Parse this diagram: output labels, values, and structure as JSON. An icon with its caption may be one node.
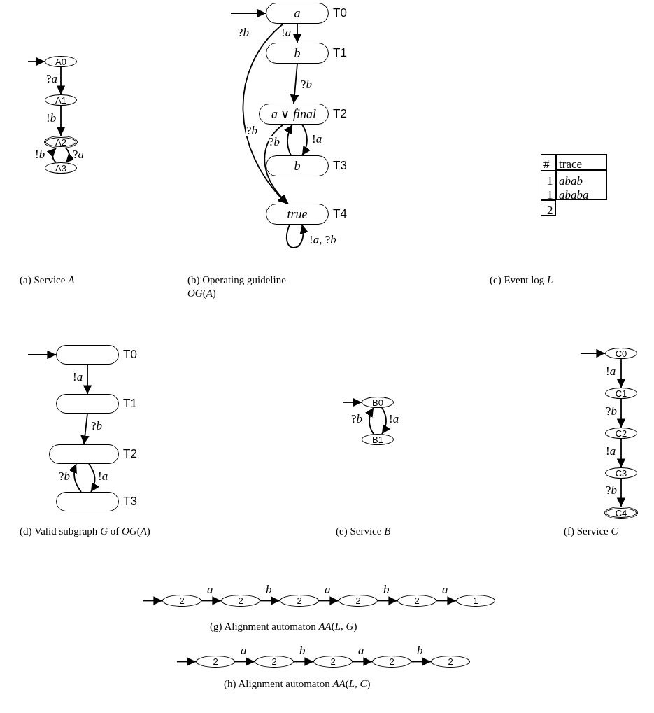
{
  "diagram": {
    "nodes": [
      {
        "text": [
          "A0"
        ]
      },
      {
        "text": [
          "A1"
        ]
      },
      {
        "text": [
          "A2"
        ]
      },
      {
        "text": [
          "A3"
        ]
      },
      {
        "text": [
          "a"
        ],
        "beside": [
          "T0"
        ]
      },
      {
        "text": [
          "b"
        ],
        "beside": [
          "T1"
        ]
      },
      {
        "text": [
          "*a* ∨ *final*"
        ],
        "beside": [
          "T2"
        ]
      },
      {
        "text": [
          "b"
        ],
        "beside": [
          "T3"
        ]
      },
      {
        "text": [
          "true"
        ],
        "beside": [
          "T4"
        ]
      },
      {
        "text": [],
        "shape": "box",
        "beside": [
          "T0"
        ]
      },
      {
        "text": [],
        "shape": "box",
        "beside": [
          "T1"
        ]
      },
      {
        "text": [],
        "shape": "box",
        "beside": [
          "T2"
        ]
      },
      {
        "text": [],
        "shape": "box",
        "beside": [
          "T3"
        ]
      },
      {
        "text": [
          "B0"
        ]
      },
      {
        "text": [
          "B1"
        ]
      },
      {
        "text": [
          "C0"
        ]
      },
      {
        "text": [
          "C1"
        ]
      },
      {
        "text": [
          "C2"
        ]
      },
      {
        "text": [
          "C3"
        ]
      },
      {
        "text": [
          "C4"
        ]
      },
      {
        "text": [
          "2"
        ]
      },
      {
        "text": [
          "2"
        ]
      },
      {
        "text": [
          "2"
        ]
      },
      {
        "text": [
          "2"
        ]
      },
      {
        "text": [
          "2"
        ]
      },
      {
        "text": [
          "1"
        ]
      },
      {
        "text": [
          "2"
        ]
      },
      {
        "text": [
          "2"
        ]
      },
      {
        "text": [
          "2"
        ]
      },
      {
        "text": [
          "2"
        ]
      },
      {
        "text": [
          "2"
        ]
      }
    ],
    "edges": [
      {
        "from": null,
        "to": 0,
        "arrow": "to"
      },
      {
        "from": 0,
        "to": 1,
        "arrow": "to",
        "label": "?*a*"
      },
      {
        "from": 1,
        "to": 2,
        "arrow": "to",
        "label": "!*b*"
      },
      {
        "from": 2,
        "to": 3,
        "arrow": "to",
        "label": "?*a*"
      },
      {
        "from": 3,
        "to": 2,
        "arrow": "to",
        "label": "!*b*"
      },
      {
        "from": null,
        "to": 4,
        "arrow": "to"
      },
      {
        "from": 4,
        "to": 5,
        "arrow": "to",
        "label": "!*a*"
      },
      {
        "from": 4,
        "to": 8,
        "arrow": "to",
        "label": "?*b*"
      },
      {
        "from": 5,
        "to": 6,
        "arrow": "to",
        "label": "?*b*"
      },
      {
        "from": 6,
        "to": 7,
        "arrow": "to",
        "label": "!*a*"
      },
      {
        "from": 7,
        "to": 6,
        "arrow": "to",
        "label": "?*b*"
      },
      {
        "from": 6,
        "to": 8,
        "arrow": "to",
        "label": "?*b*"
      },
      {
        "from": 8,
        "to": 8,
        "arrow": "to",
        "label": "!*a*, ?*b*"
      },
      {
        "from": null,
        "to": 9,
        "arrow": "to"
      },
      {
        "from": 9,
        "to": 10,
        "arrow": "to",
        "label": "!*a*"
      },
      {
        "from": 10,
        "to": 11,
        "arrow": "to",
        "label": "?*b*"
      },
      {
        "from": 11,
        "to": 12,
        "arrow": "to",
        "label": "!*a*"
      },
      {
        "from": 12,
        "to": 11,
        "arrow": "to",
        "label": "?*b*"
      },
      {
        "from": null,
        "to": 13,
        "arrow": "to"
      },
      {
        "from": 13,
        "to": 14,
        "arrow": "to",
        "label": "!*a*"
      },
      {
        "from": 14,
        "to": 13,
        "arrow": "to",
        "label": "?*b*"
      },
      {
        "from": null,
        "to": 15,
        "arrow": "to"
      },
      {
        "from": 15,
        "to": 16,
        "arrow": "to",
        "label": "!*a*"
      },
      {
        "from": 16,
        "to": 17,
        "arrow": "to",
        "label": "?*b*"
      },
      {
        "from": 17,
        "to": 18,
        "arrow": "to",
        "label": "!*a*"
      },
      {
        "from": 18,
        "to": 19,
        "arrow": "to",
        "label": "?*b*"
      },
      {
        "from": null,
        "to": 20,
        "arrow": "to"
      },
      {
        "from": 20,
        "to": 21,
        "arrow": "to",
        "label": "a"
      },
      {
        "from": 21,
        "to": 22,
        "arrow": "to",
        "label": "b"
      },
      {
        "from": 22,
        "to": 23,
        "arrow": "to",
        "label": "a"
      },
      {
        "from": 23,
        "to": 24,
        "arrow": "to",
        "label": "b"
      },
      {
        "from": 24,
        "to": 25,
        "arrow": "to",
        "label": "a"
      },
      {
        "from": null,
        "to": 26,
        "arrow": "to"
      },
      {
        "from": 26,
        "to": 27,
        "arrow": "to",
        "label": "a"
      },
      {
        "from": 27,
        "to": 28,
        "arrow": "to",
        "label": "b"
      },
      {
        "from": 28,
        "to": 29,
        "arrow": "to",
        "label": "a"
      },
      {
        "from": 29,
        "to": 30,
        "arrow": "to",
        "label": "b"
      }
    ],
    "labels": [
      "#",
      "trace",
      "1",
      "abab",
      "1",
      "ababa",
      "2",
      "(a) Service *A*",
      "(b) Operating guideline *OG*(*A*)",
      "(c) Event log *L*",
      "(d) Valid subgraph *G* of *OG*(*A*)",
      "(e) Service *B*",
      "(f) Service *C*",
      "(g) Alignment automaton *AA*(*L*, *G*)",
      "(h) Alignment automaton *AA*(*L*, *C*)"
    ]
  }
}
